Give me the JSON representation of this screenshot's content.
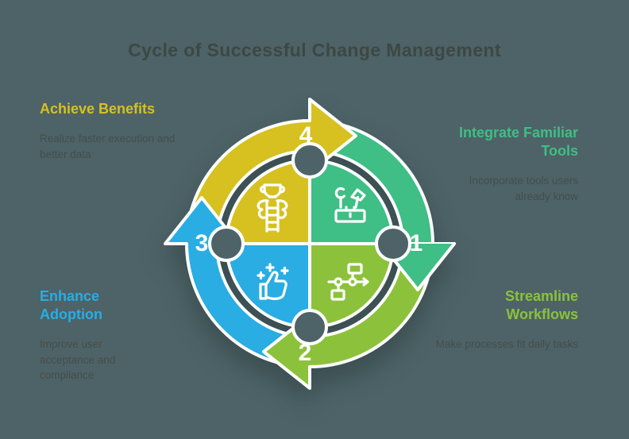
{
  "title": "Cycle of Successful Change Management",
  "colors": {
    "background": "#4d6367",
    "title_text": "#3e4743",
    "body_text": "#454e4b",
    "yellow": "#d6c120",
    "green": "#3fbe85",
    "lime": "#8cc23b",
    "blue": "#29ade3",
    "white": "#ffffff"
  },
  "steps": [
    {
      "number": "1",
      "label": "Integrate Familiar Tools",
      "description": "Incorporate tools users already know",
      "color": "#3fbe85",
      "icon": "tools-icon"
    },
    {
      "number": "2",
      "label": "Streamline Workflows",
      "description": "Make processes fit daily tasks",
      "color": "#8cc23b",
      "icon": "flowchart-icon"
    },
    {
      "number": "3",
      "label": "Enhance Adoption",
      "description": "Improve user acceptance and compliance",
      "color": "#29ade3",
      "icon": "thumbs-up-icon"
    },
    {
      "number": "4",
      "label": "Achieve Benefits",
      "description": "Realize faster execution and better data",
      "color": "#d6c120",
      "icon": "trophy-ladder-icon"
    }
  ],
  "icons": [
    "trophy-ladder-icon",
    "tools-icon",
    "thumbs-up-icon",
    "flowchart-icon"
  ]
}
